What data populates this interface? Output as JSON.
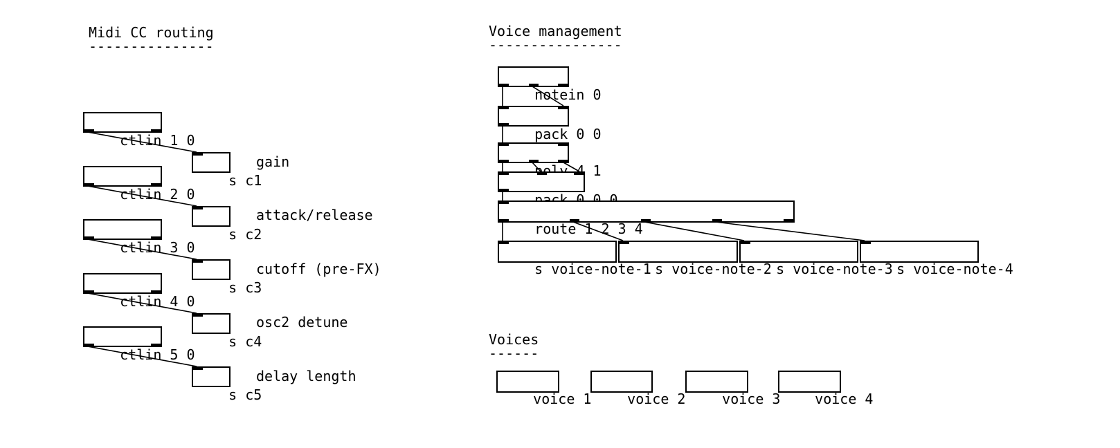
{
  "sections": {
    "midi_title": "Midi CC routing",
    "midi_underline": "---------------",
    "voice_mgmt_title": "Voice management",
    "voice_mgmt_underline": "----------------",
    "voices_title": "Voices",
    "voices_underline": "------"
  },
  "midi_routing": {
    "ctlins": [
      "ctlin 1 0",
      "ctlin 2 0",
      "ctlin 3 0",
      "ctlin 4 0",
      "ctlin 5 0"
    ],
    "sends": [
      "s c1",
      "s c2",
      "s c3",
      "s c4",
      "s c5"
    ],
    "labels": [
      "gain",
      "attack/release",
      "cutoff (pre-FX)",
      "osc2 detune",
      "delay length"
    ]
  },
  "voice_management": {
    "notein": "notein 0",
    "pack2": "pack 0 0",
    "poly": "poly 4 1",
    "pack3": "pack 0 0 0",
    "route": "route 1 2 3 4",
    "voice_sends": [
      "s voice-note-1",
      "s voice-note-2",
      "s voice-note-3",
      "s voice-note-4"
    ]
  },
  "voices": {
    "items": [
      "voice 1",
      "voice 2",
      "voice 3",
      "voice 4"
    ]
  }
}
